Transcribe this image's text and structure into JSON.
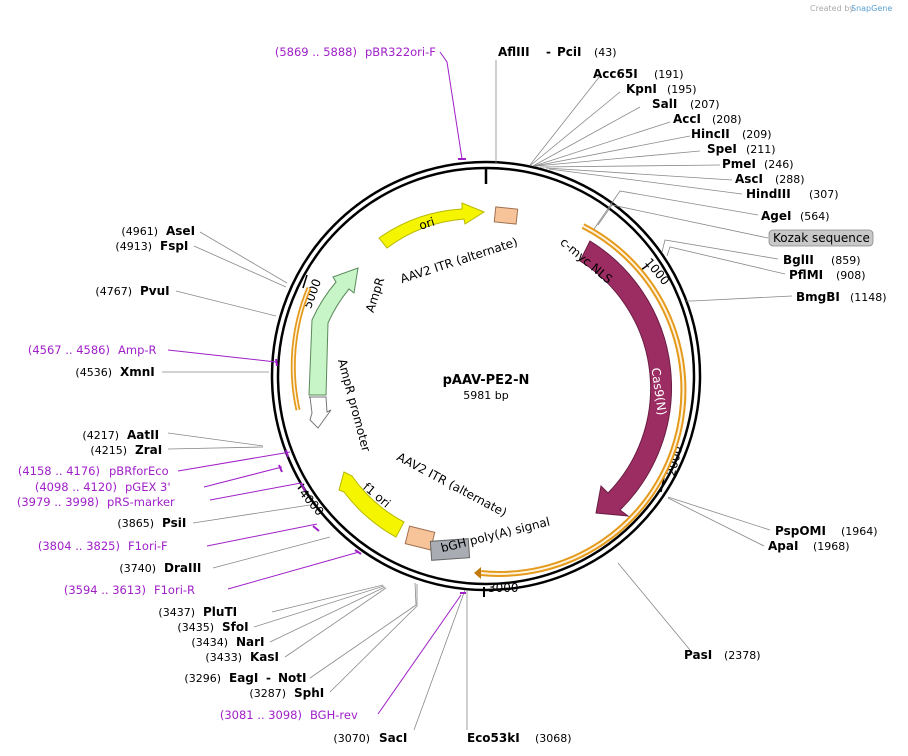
{
  "watermark": "Created by",
  "watermark_brand": "SnapGene",
  "plasmid": {
    "name": "pAAV-PE2-N",
    "length": "5981 bp"
  },
  "ticks": [
    "1000",
    "2000",
    "3000",
    "4000",
    "5000"
  ],
  "features": {
    "ori": "ori",
    "itr_top": "AAV2 ITR (alternate)",
    "ampr": "AmpR",
    "ampr_promoter": "AmpR promoter",
    "cmyc": "c-myc NLS",
    "cas9": "Cas9(N)",
    "f1ori": "f1 ori",
    "itr_bottom": "AAV2 ITR (alternate)",
    "bgh": "bGH poly(A) signal"
  },
  "enzymes_right": [
    {
      "name": "AflIII",
      "name2": "PciI",
      "pos": "(43)"
    },
    {
      "name": "Acc65I",
      "pos": "(191)"
    },
    {
      "name": "KpnI",
      "pos": "(195)"
    },
    {
      "name": "SalI",
      "pos": "(207)"
    },
    {
      "name": "AccI",
      "pos": "(208)"
    },
    {
      "name": "HincII",
      "pos": "(209)"
    },
    {
      "name": "SpeI",
      "pos": "(211)"
    },
    {
      "name": "PmeI",
      "pos": "(246)"
    },
    {
      "name": "AscI",
      "pos": "(288)"
    },
    {
      "name": "HindIII",
      "pos": "(307)"
    },
    {
      "name": "AgeI",
      "pos": "(564)"
    },
    {
      "name": "BglII",
      "pos": "(859)"
    },
    {
      "name": "PflMI",
      "pos": "(908)"
    },
    {
      "name": "BmgBI",
      "pos": "(1148)"
    },
    {
      "name": "PspOMI",
      "pos": "(1964)"
    },
    {
      "name": "ApaI",
      "pos": "(1968)"
    },
    {
      "name": "PasI",
      "pos": "(2378)"
    },
    {
      "name": "Eco53kI",
      "pos": "(3068)"
    }
  ],
  "kozak": "Kozak sequence",
  "enzymes_left": [
    {
      "name": "AseI",
      "pos": "(4961)"
    },
    {
      "name": "FspI",
      "pos": "(4913)"
    },
    {
      "name": "PvuI",
      "pos": "(4767)"
    },
    {
      "name": "XmnI",
      "pos": "(4536)"
    },
    {
      "name": "AatII",
      "pos": "(4217)"
    },
    {
      "name": "ZraI",
      "pos": "(4215)"
    },
    {
      "name": "PsiI",
      "pos": "(3865)"
    },
    {
      "name": "DraIII",
      "pos": "(3740)"
    },
    {
      "name": "PluTI",
      "pos": "(3437)"
    },
    {
      "name": "SfoI",
      "pos": "(3435)"
    },
    {
      "name": "NarI",
      "pos": "(3434)"
    },
    {
      "name": "KasI",
      "pos": "(3433)"
    },
    {
      "name": "EagI",
      "name2": "NotI",
      "pos": "(3296)"
    },
    {
      "name": "SphI",
      "pos": "(3287)"
    },
    {
      "name": "SacI",
      "pos": "(3070)"
    }
  ],
  "primers": [
    {
      "range": "(5869 .. 5888)",
      "name": "pBR322ori-F"
    },
    {
      "range": "(4567 .. 4586)",
      "name": "Amp-R"
    },
    {
      "range": "(4158 .. 4176)",
      "name": "pBRforEco"
    },
    {
      "range": "(4098 .. 4120)",
      "name": "pGEX 3'"
    },
    {
      "range": "(3979 .. 3998)",
      "name": "pRS-marker"
    },
    {
      "range": "(3804 .. 3825)",
      "name": "F1ori-F"
    },
    {
      "range": "(3594 .. 3613)",
      "name": "F1ori-R"
    },
    {
      "range": "(3081 .. 3098)",
      "name": "BGH-rev"
    }
  ],
  "colors": {
    "cas9": "#9c2d63",
    "ori": "#f5f500",
    "ampr": "#c8f5c8",
    "itr": "#f7c49a",
    "bgh": "#a9adb3",
    "orf": "#e59a1c",
    "primer": "#a020c8"
  }
}
